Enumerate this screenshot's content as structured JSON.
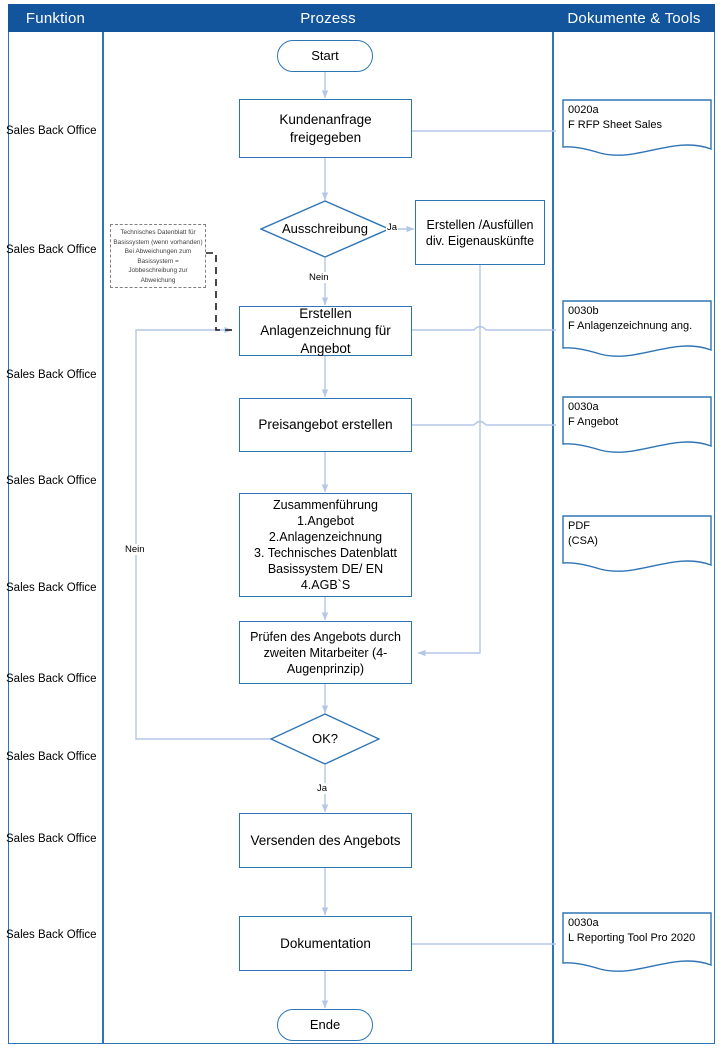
{
  "header": {
    "columns": [
      {
        "label": "Funktion"
      },
      {
        "label": "Prozess"
      },
      {
        "label": "Dokumente & Tools"
      }
    ]
  },
  "colors": {
    "header_band": "#13559C",
    "lane_divider": "#2E75B6",
    "node_border": "#2E75B6",
    "connector": "#B4C7E7",
    "note_border": "#808080",
    "background": "#FFFFFF"
  },
  "function_lane": {
    "labels": [
      {
        "text": "Sales Back Office"
      },
      {
        "text": "Sales Back Office"
      },
      {
        "text": "Sales Back Office"
      },
      {
        "text": "Sales Back Office"
      },
      {
        "text": "Sales Back Office"
      },
      {
        "text": "Sales Back Office"
      },
      {
        "text": "Sales Back Office"
      },
      {
        "text": "Sales Back Office"
      },
      {
        "text": "Sales Back Office"
      }
    ]
  },
  "process_lane": {
    "nodes": [
      {
        "id": "start",
        "type": "terminator",
        "label": "Start"
      },
      {
        "id": "kundenanfrage",
        "type": "process",
        "label": "Kundenanfrage freigegeben"
      },
      {
        "id": "ausschreibung",
        "type": "decision",
        "label": "Ausschreibung"
      },
      {
        "id": "eigenauskuenfte",
        "type": "process",
        "label": "Erstellen /Ausfüllen div. Eigenauskünfte"
      },
      {
        "id": "anlagenzeichnung",
        "type": "process",
        "label": "Erstellen Anlagenzeichnung für Angebot"
      },
      {
        "id": "preisangebot",
        "type": "process",
        "label": "Preisangebot erstellen"
      },
      {
        "id": "zusammenfuehrung",
        "type": "process",
        "label": "Zusammenführung\n1.Angebot\n2.Anlagenzeichnung\n3. Technisches Datenblatt\nBasissystem DE/ EN\n4.AGB`S"
      },
      {
        "id": "pruefen",
        "type": "process",
        "label": "Prüfen des Angebots durch zweiten Mitarbeiter (4-Augenprinzip)"
      },
      {
        "id": "ok",
        "type": "decision",
        "label": "OK?"
      },
      {
        "id": "versenden",
        "type": "process",
        "label": "Versenden des Angebots"
      },
      {
        "id": "dokumentation",
        "type": "process",
        "label": "Dokumentation"
      },
      {
        "id": "ende",
        "type": "terminator",
        "label": "Ende"
      }
    ],
    "edge_labels": [
      {
        "id": "ausschreibung-ja",
        "text": "Ja"
      },
      {
        "id": "ausschreibung-nein",
        "text": "Nein"
      },
      {
        "id": "ok-nein",
        "text": "Nein"
      },
      {
        "id": "ok-ja",
        "text": "Ja"
      }
    ],
    "note": {
      "id": "technisches-datenblatt-note",
      "text": "Technisches Datenblatt für Basissystem (wenn vorhanden)\nBei Abweichungen zum Basissystem  =  Jobbeschreibung zur Abweichung"
    }
  },
  "documents_lane": {
    "documents": [
      {
        "id": "doc-rfp",
        "code": "0020a",
        "name": "F RFP Sheet Sales"
      },
      {
        "id": "doc-anlagen",
        "code": "0030b",
        "name": "F Anlagenzeichnung ang."
      },
      {
        "id": "doc-angebot",
        "code": "0030a",
        "name": "F Angebot"
      },
      {
        "id": "doc-pdf",
        "code": "PDF",
        "name": "(CSA)"
      },
      {
        "id": "doc-reporting",
        "code": "0030a",
        "name": "L Reporting Tool Pro 2020"
      }
    ]
  }
}
